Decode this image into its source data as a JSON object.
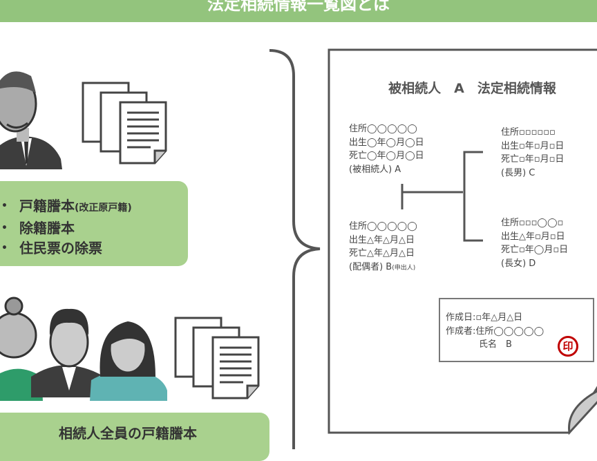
{
  "header": {
    "title": "法定相続情報一覧図とは"
  },
  "left": {
    "deceased_docs": [
      {
        "label": "戸籍謄本",
        "note": "(改正原戸籍)"
      },
      {
        "label": "除籍謄本",
        "note": ""
      },
      {
        "label": "住民票の除票",
        "note": ""
      }
    ],
    "heirs_docs": "相続人全員の戸籍謄本"
  },
  "document": {
    "title": "被相続人　A　法定相続情報",
    "deceased": [
      "住所◯◯◯◯◯",
      "出生◯年◯月◯日",
      "死亡◯年◯月◯日",
      "(被相続人)  A"
    ],
    "spouse": [
      "住所◯◯◯◯◯",
      "出生△年△月△日",
      "死亡△年△月△日",
      "(配偶者)  B"
    ],
    "spouse_note": "(申出人)",
    "child_c": [
      "住所▫▫▫▫▫▫",
      "出生▫年▫月▫日",
      "死亡▫年▫月▫日",
      "(長男)  C"
    ],
    "child_d": [
      "住所▫▫▫◯◯▫",
      "出生△年▫月▫日",
      "死亡▫年◯月▫日",
      "(長女)  D"
    ],
    "creator": {
      "date": "作成日:▫年△月△日",
      "address": "作成者:住所◯◯◯◯◯",
      "name": "氏名　B",
      "seal": "印"
    }
  },
  "colors": {
    "green": "#93c47d",
    "light_green": "#a9d18e",
    "seal": "#c00000"
  }
}
